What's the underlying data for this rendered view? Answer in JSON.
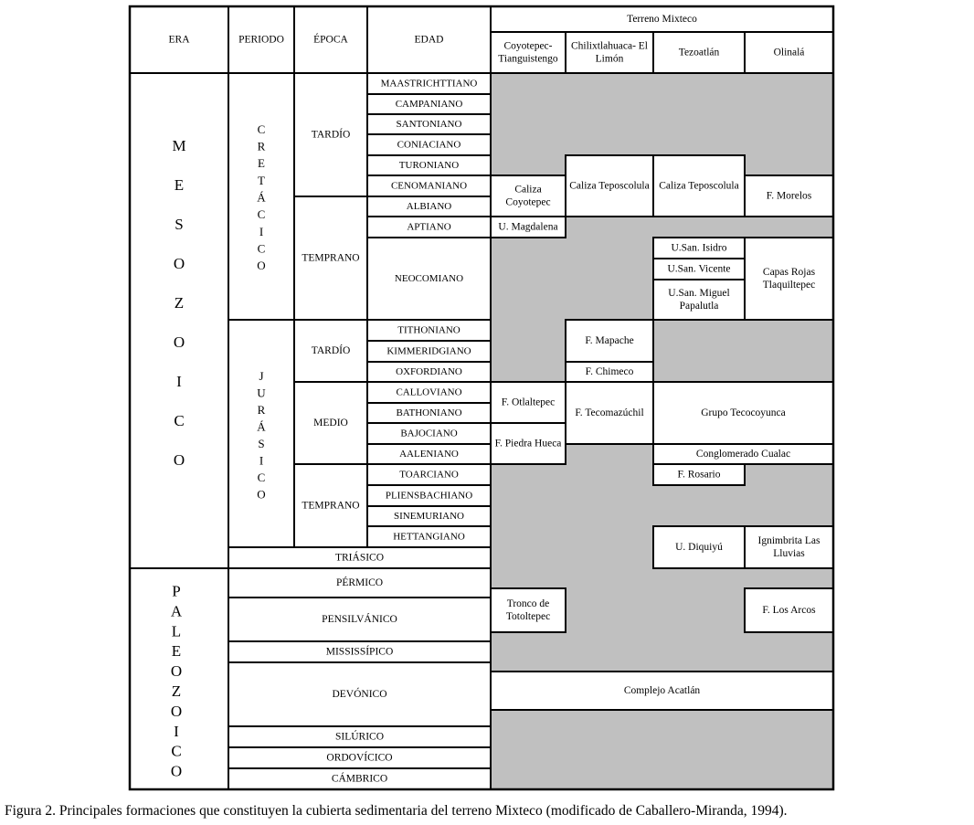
{
  "headers": {
    "era": "ERA",
    "periodo": "PERIODO",
    "epoca": "ÉPOCA",
    "edad": "EDAD",
    "terrain": "Terreno Mixteco",
    "columns": [
      [
        "Coyotepec-",
        "Tianguistengo"
      ],
      [
        "Chilixtlahuaca- El",
        "Limón"
      ],
      [
        "Tezoatlán"
      ],
      [
        "Olinalá"
      ]
    ]
  },
  "eras": [
    {
      "name": "MESOZOICO",
      "letters": [
        "M",
        "E",
        "S",
        "O",
        "Z",
        "O",
        "I",
        "C",
        "O"
      ]
    },
    {
      "name": "PALEOZOICO",
      "letters": [
        "P",
        "A",
        "L",
        "E",
        "O",
        "Z",
        "O",
        "I",
        "C",
        "O"
      ]
    }
  ],
  "periods": [
    {
      "name": "CRETÁCICO",
      "letters": [
        "C",
        "R",
        "E",
        "T",
        "Á",
        "C",
        "I",
        "C",
        "O"
      ]
    },
    {
      "name": "JURÁSICO",
      "letters": [
        "J",
        "U",
        "R",
        "Á",
        "S",
        "I",
        "C",
        "O"
      ]
    }
  ],
  "epochs": [
    "TARDÍO",
    "TEMPRANO",
    "TARDÍO",
    "MEDIO",
    "TEMPRANO"
  ],
  "stages": [
    "MAASTRICHTTIANO",
    "CAMPANIANO",
    "SANTONIANO",
    "CONIACIANO",
    "TURONIANO",
    "CENOMANIANO",
    "ALBIANO",
    "APTIANO",
    "NEOCOMIANO",
    "TITHONIANO",
    "KIMMERIDGIANO",
    "OXFORDIANO",
    "CALLOVIANO",
    "BATHONIANO",
    "BAJOCIANO",
    "AALENIANO",
    "TOARCIANO",
    "PLIENSBACHIANO",
    "SINEMURIANO",
    "HETTANGIANO"
  ],
  "wide_rows": [
    "TRIÁSICO",
    "PÉRMICO",
    "PENSILVÁNICO",
    "MISSISSÍPICO",
    "DEVÓNICO",
    "SILÚRICO",
    "ORDOVÍCICO",
    "CÁMBRICO"
  ],
  "formations": [
    [
      "Caliza",
      "Coyotepec"
    ],
    [
      "U. Magdalena"
    ],
    [
      "Caliza Teposcolula"
    ],
    [
      "Caliza Teposcolula"
    ],
    [
      "F. Morelos"
    ],
    [
      "U.San. Isidro"
    ],
    [
      "U.San. Vicente"
    ],
    [
      "U.San. Miguel",
      "Papalutla"
    ],
    [
      "Capas Rojas",
      "Tlaquiltepec"
    ],
    [
      "F. Mapache"
    ],
    [
      "F. Chimeco"
    ],
    [
      "F. Otlaltepec"
    ],
    [
      "F.  Tecomazúchil"
    ],
    [
      "Grupo  Tecocoyunca"
    ],
    [
      "F. Piedra Hueca"
    ],
    [
      "Conglomerado Cualac"
    ],
    [
      "F. Rosario"
    ],
    [
      "U. Diquiyú"
    ],
    [
      "Ignimbrita     Las",
      "Lluvias"
    ],
    [
      "Tronco de",
      "Totoltepec"
    ],
    [
      "F. Los Arcos"
    ],
    [
      "Complejo    Acatlán"
    ]
  ],
  "caption": "Figura 2. Principales formaciones que constituyen la cubierta sedimentaria del terreno Mixteco (modificado de Caballero-Miranda, 1994).",
  "colors": {
    "line": "#000000",
    "shade": "#c0c0c0",
    "cell": "#ffffff"
  }
}
